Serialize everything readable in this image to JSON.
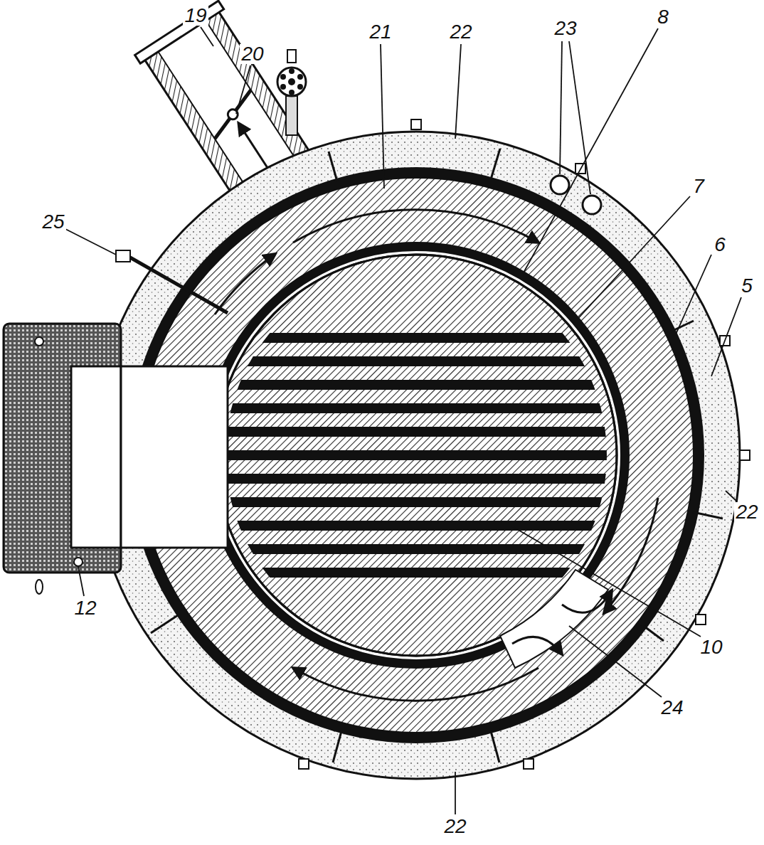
{
  "diagram": {
    "labels": [
      "19",
      "20",
      "21",
      "22",
      "23",
      "8",
      "7",
      "6",
      "5",
      "25",
      "22",
      "12",
      "10",
      "24",
      "22"
    ]
  }
}
